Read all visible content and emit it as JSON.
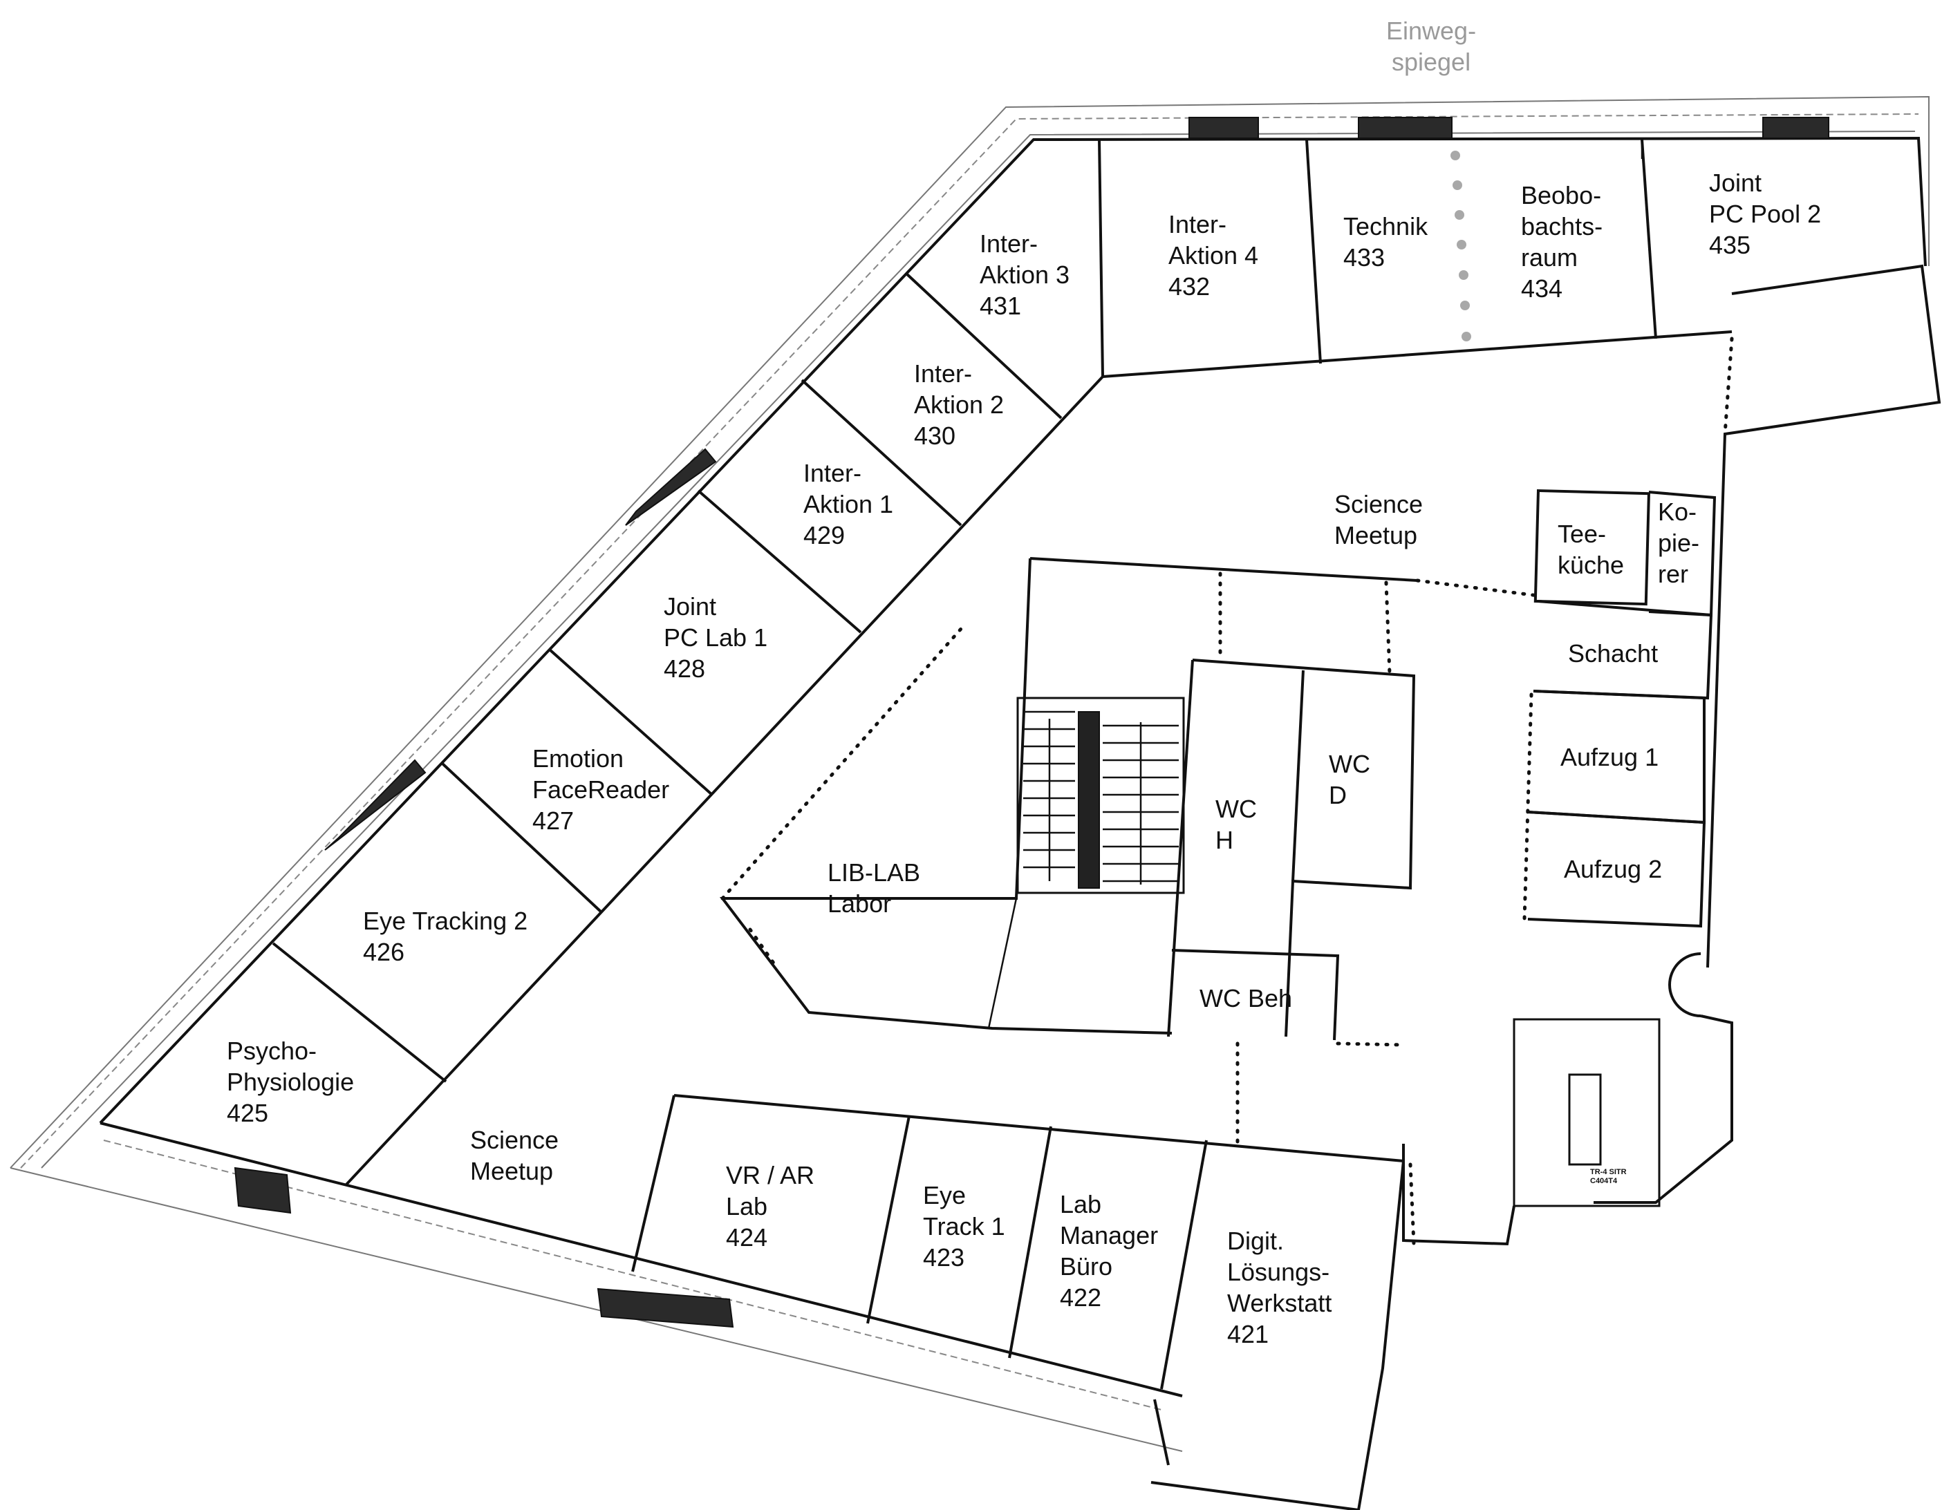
{
  "floorplan": {
    "annotations": {
      "one_way_mirror": "Einweg-\nspiegel",
      "stair_code": "TR-4 SITR\nC404T4"
    },
    "rooms": {
      "r425": "Psycho-\nPhysiologie\n425",
      "r426": "Eye Tracking 2\n426",
      "r427": "Emotion\nFaceReader\n427",
      "r428": "Joint\nPC Lab 1\n428",
      "r429": "Inter-\nAktion 1\n429",
      "r430": "Inter-\nAktion 2\n430",
      "r431": "Inter-\nAktion 3\n431",
      "r432": "Inter-\nAktion 4\n432",
      "r433": "Technik\n433",
      "r434": "Beobo-\nbachts-\nraum\n434",
      "r435": "Joint\nPC Pool 2\n435",
      "science_meetup_north": "Science\nMeetup",
      "science_meetup_south": "Science\nMeetup",
      "teekueche": "Tee-\nküche",
      "kopierer": "Ko-\npie-\nrer",
      "schacht": "Schacht",
      "aufzug1": "Aufzug 1",
      "aufzug2": "Aufzug 2",
      "wc_d": "WC\nD",
      "wc_h": "WC\nH",
      "wc_beh": "WC Beh",
      "lib_lab": "LIB-LAB\nLabor",
      "r424": "VR / AR\nLab\n424",
      "r423": "Eye\nTrack 1\n423",
      "r422": "Lab\nManager\nBüro\n422",
      "r421": "Digit.\nLösungs-\nWerkstatt\n421"
    }
  }
}
